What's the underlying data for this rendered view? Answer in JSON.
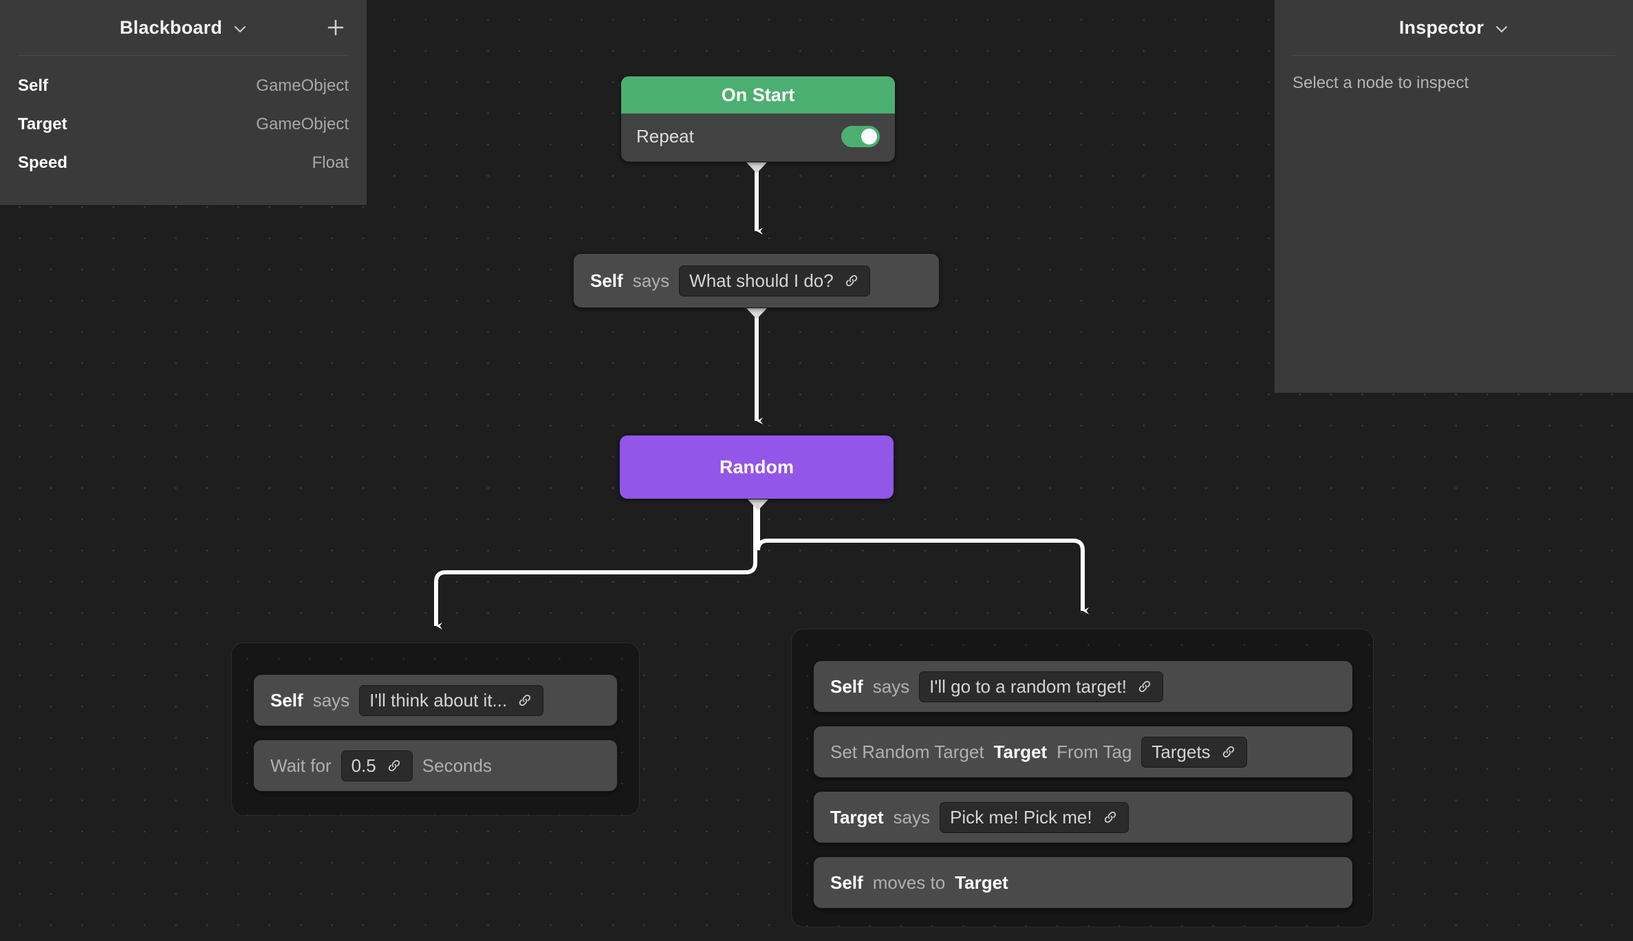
{
  "app": {
    "canvas_bg": "#1e1e1e",
    "accent_event": "#4caf72",
    "accent_composite": "#9256e8"
  },
  "blackboard": {
    "title": "Blackboard",
    "chevron_icon": "chevron-down-icon",
    "add_icon": "plus-icon",
    "variables": [
      {
        "name": "Self",
        "type": "GameObject"
      },
      {
        "name": "Target",
        "type": "GameObject"
      },
      {
        "name": "Speed",
        "type": "Float"
      }
    ]
  },
  "inspector": {
    "title": "Inspector",
    "chevron_icon": "chevron-down-icon",
    "empty_message": "Select a node to inspect"
  },
  "graph": {
    "on_start": {
      "title": "On Start",
      "repeat_label": "Repeat",
      "repeat_value": "on"
    },
    "say_root": {
      "subject": "Self",
      "verb": "says",
      "value": "What should I do?",
      "link_icon": "link-icon"
    },
    "random": {
      "title": "Random"
    },
    "branch_left": {
      "rows": [
        {
          "subject": "Self",
          "verb": "says",
          "value": "I'll think about it...",
          "link_icon": "link-icon"
        },
        {
          "prefix": "Wait for",
          "value": "0.5",
          "suffix": "Seconds",
          "link_icon": "link-icon"
        }
      ]
    },
    "branch_right": {
      "rows": [
        {
          "subject": "Self",
          "verb": "says",
          "value": "I'll go to a random target!",
          "link_icon": "link-icon"
        },
        {
          "prefix": "Set Random Target",
          "subject": "Target",
          "verb": "From Tag",
          "value": "Targets",
          "link_icon": "link-icon"
        },
        {
          "subject": "Target",
          "verb": "says",
          "value": "Pick me! Pick me!",
          "link_icon": "link-icon"
        },
        {
          "subject": "Self",
          "verb": "moves to",
          "object": "Target"
        }
      ]
    }
  }
}
